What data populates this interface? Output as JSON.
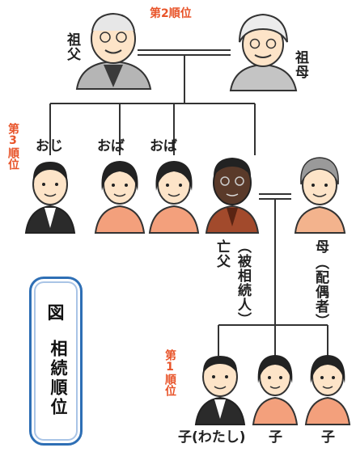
{
  "caption": {
    "label": "図",
    "title": "相続順位"
  },
  "orders": {
    "second": "第2順位",
    "third": "第3順位",
    "first": "第1順位"
  },
  "people": {
    "grandfather": "祖父",
    "grandmother": "祖母",
    "uncle": "おじ",
    "aunt1": "おば",
    "aunt2": "おば",
    "father": "亡父",
    "father_role": "（被相続人）",
    "mother": "母",
    "mother_role": "（配偶者）",
    "child_me": "子(わたし)",
    "child2": "子",
    "child3": "子"
  },
  "colors": {
    "order_text": "#e8542a",
    "caption_border": "#2e6fb5",
    "skin": "#fde4c8",
    "male_suit": "#2b2b2b",
    "female_top": "#f3a07c",
    "grandparent_clothes": "#b5b5b5",
    "father_clothes": "#a24a2c",
    "mother_top": "#f3b38d"
  }
}
